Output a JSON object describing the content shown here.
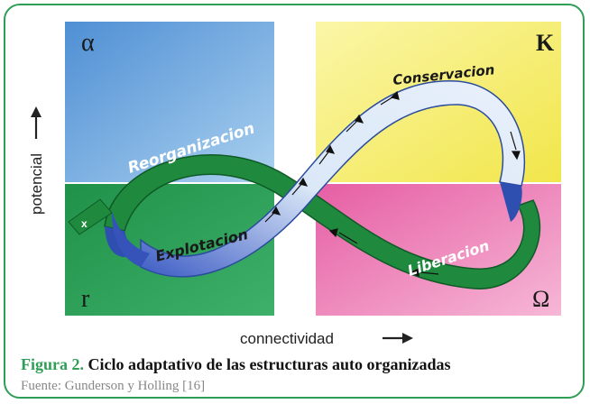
{
  "diagram": {
    "quadrants": [
      {
        "id": "alpha",
        "symbol": "α",
        "color": "#5aa0dc"
      },
      {
        "id": "k",
        "symbol": "K",
        "color": "#f4ec6a"
      },
      {
        "id": "r",
        "symbol": "r",
        "color": "#2fa05a"
      },
      {
        "id": "omega",
        "symbol": "Ω",
        "color": "#ec78b2"
      }
    ],
    "phases": {
      "reorganization": "Reorganizacion",
      "conservation": "Conservacion",
      "exploitation": "Explotacion",
      "release": "Liberacion"
    },
    "exit_mark": "x",
    "y_axis_label": "potencial",
    "x_axis_label": "connectividad",
    "colors": {
      "band_green": "#1f8a3e",
      "band_blue": "#2f4fb0",
      "frame_green": "#2f9e56"
    }
  },
  "caption": {
    "label": "Figura 2.",
    "text": "Ciclo adaptativo de las estructuras auto organizadas",
    "source": "Fuente: Gunderson y Holling [16]"
  }
}
